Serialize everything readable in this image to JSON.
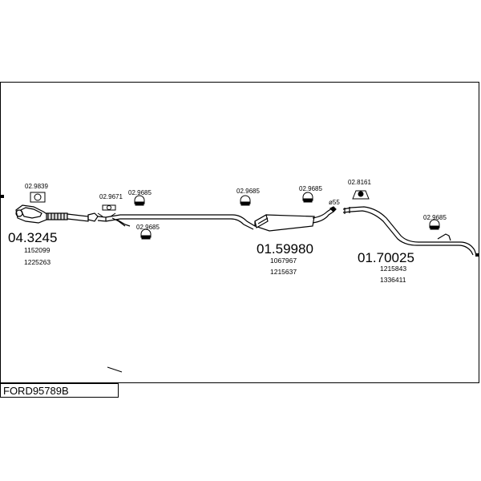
{
  "diagram": {
    "sections": [
      {
        "part_number": "04.3245",
        "oem": [
          "1152099",
          "1225263"
        ]
      },
      {
        "part_number": "01.59980",
        "oem": [
          "1067967",
          "1215637"
        ]
      },
      {
        "part_number": "01.70025",
        "oem": [
          "1215843",
          "1336411"
        ]
      }
    ],
    "fittings": [
      {
        "label": "02.9839"
      },
      {
        "label": "02.9671"
      },
      {
        "label": "02.9685"
      },
      {
        "label": "02.9685"
      },
      {
        "label": "02.9685"
      },
      {
        "label": "02.9685"
      },
      {
        "label": "02.8161"
      },
      {
        "label": "02.9685"
      }
    ],
    "diameter_label": "ø55"
  },
  "footer": {
    "vehicle_code": "FORD95789B"
  }
}
